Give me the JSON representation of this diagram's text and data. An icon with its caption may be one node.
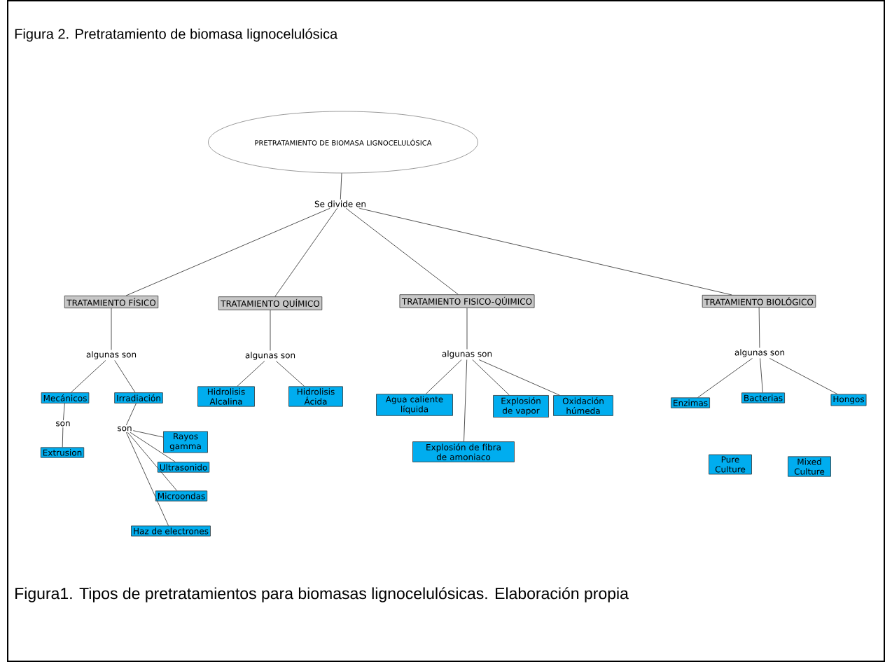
{
  "diagram": {
    "title": "Figura 2. Pretratamiento de biomasa lignocelulósica",
    "caption": "Figura1. Tipos de pretratamientos para biomasas lignocelulósicas. Elaboración propia",
    "nodes": [
      {
        "text": [
          "PRETRATAMIENTO DE BIOMASA LIGNOCELULÓSICA"
        ]
      },
      {
        "text": [
          "Se divide en"
        ]
      },
      {
        "text": [
          "TRATAMIENTO FÍSICO"
        ]
      },
      {
        "text": [
          "TRATAMIENTO QUÍMICO"
        ]
      },
      {
        "text": [
          "TRATAMIENTO FISICO-QÚIMICO"
        ]
      },
      {
        "text": [
          "TRATAMIENTO BIOLÓGICO"
        ]
      },
      {
        "text": [
          "algunas son"
        ]
      },
      {
        "text": [
          "Mecánicos"
        ]
      },
      {
        "text": [
          "Irradiación"
        ]
      },
      {
        "text": [
          "son"
        ]
      },
      {
        "text": [
          "Extrusion"
        ]
      },
      {
        "text": [
          "son"
        ]
      },
      {
        "text": [
          "Rayos gamma"
        ]
      },
      {
        "text": [
          "Ultrasonido"
        ]
      },
      {
        "text": [
          "Microondas"
        ]
      },
      {
        "text": [
          "Haz de electrones"
        ]
      },
      {
        "text": [
          "algunas son"
        ]
      },
      {
        "text": [
          "Hidrolisis Alcalina"
        ]
      },
      {
        "text": [
          "Hidrolisis Ácida"
        ]
      },
      {
        "text": [
          "algunas son"
        ]
      },
      {
        "text": [
          "Agua caliente líquida"
        ]
      },
      {
        "text": [
          "Explosión de fibra de amoniaco"
        ]
      },
      {
        "text": [
          "Explosión de vapor"
        ]
      },
      {
        "text": [
          "Oxidación húmeda"
        ]
      },
      {
        "text": [
          "algunas son"
        ]
      },
      {
        "text": [
          "Enzimas"
        ]
      },
      {
        "text": [
          "Bacterias"
        ]
      },
      {
        "text": [
          "Hongos"
        ]
      },
      {
        "text": [
          "Pure Culture"
        ]
      },
      {
        "text": [
          "Mixed Culture"
        ]
      }
    ],
    "edges": [
      {
        "from": 0,
        "to": 1,
        "arrow": "none"
      },
      {
        "from": 1,
        "to": 2,
        "arrow": "none"
      },
      {
        "from": 1,
        "to": 3,
        "arrow": "none"
      },
      {
        "from": 1,
        "to": 4,
        "arrow": "none"
      },
      {
        "from": 1,
        "to": 5,
        "arrow": "none"
      },
      {
        "from": 2,
        "to": 6,
        "arrow": "none"
      },
      {
        "from": 6,
        "to": 7,
        "arrow": "none"
      },
      {
        "from": 6,
        "to": 8,
        "arrow": "none"
      },
      {
        "from": 7,
        "to": 9,
        "arrow": "none"
      },
      {
        "from": 9,
        "to": 10,
        "arrow": "none"
      },
      {
        "from": 8,
        "to": 11,
        "arrow": "none"
      },
      {
        "from": 11,
        "to": 12,
        "arrow": "none"
      },
      {
        "from": 11,
        "to": 13,
        "arrow": "none"
      },
      {
        "from": 11,
        "to": 14,
        "arrow": "none"
      },
      {
        "from": 11,
        "to": 15,
        "arrow": "none"
      },
      {
        "from": 3,
        "to": 16,
        "arrow": "none"
      },
      {
        "from": 16,
        "to": 17,
        "arrow": "none"
      },
      {
        "from": 16,
        "to": 18,
        "arrow": "none"
      },
      {
        "from": 4,
        "to": 19,
        "arrow": "none"
      },
      {
        "from": 19,
        "to": 20,
        "arrow": "none"
      },
      {
        "from": 19,
        "to": 21,
        "arrow": "none"
      },
      {
        "from": 19,
        "to": 22,
        "arrow": "none"
      },
      {
        "from": 19,
        "to": 23,
        "arrow": "none"
      },
      {
        "from": 5,
        "to": 24,
        "arrow": "none"
      },
      {
        "from": 24,
        "to": 25,
        "arrow": "none"
      },
      {
        "from": 24,
        "to": 26,
        "arrow": "none"
      },
      {
        "from": 24,
        "to": 27,
        "arrow": "none"
      }
    ]
  }
}
